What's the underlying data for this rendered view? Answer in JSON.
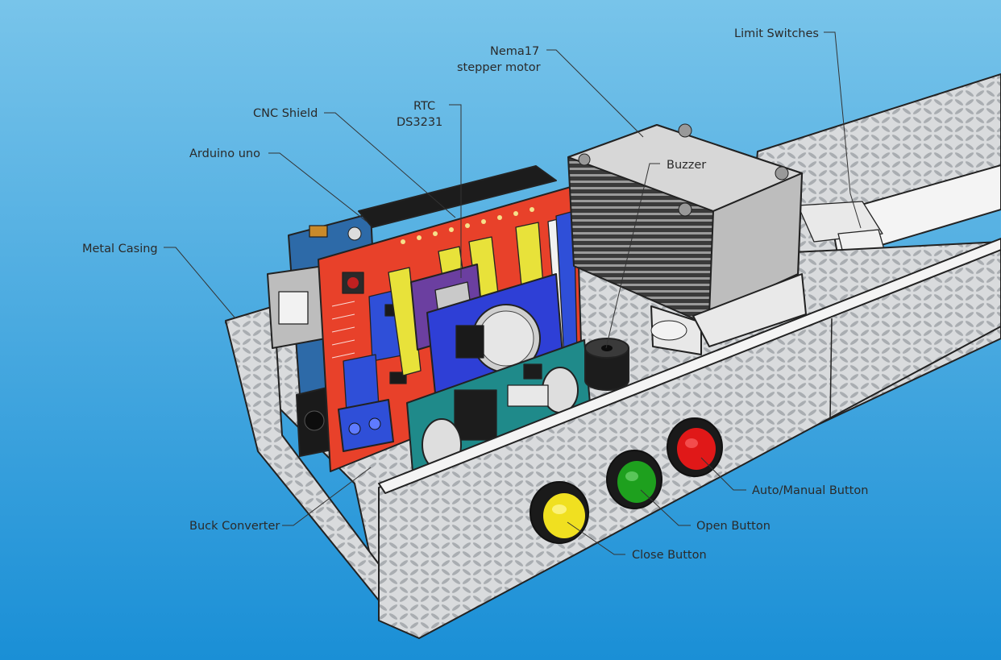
{
  "labels": {
    "limit_switches": "Limit Switches",
    "nema17_line1": "Nema17",
    "nema17_line2": "stepper motor",
    "rtc_line1": "RTC",
    "rtc_line2": "DS3231",
    "cnc_shield": "CNC Shield",
    "arduino_uno": "Arduino uno",
    "buzzer": "Buzzer",
    "metal_casing": "Metal Casing",
    "buck_converter": "Buck Converter",
    "auto_manual_button": "Auto/Manual Button",
    "open_button": "Open Button",
    "close_button": "Close Button"
  },
  "colors": {
    "background_top": "#78c4ea",
    "background_bottom": "#1a8fd6",
    "cnc_shield": "#e8412a",
    "arduino": "#2d6aa8",
    "rtc_board": "#2e3fd6",
    "driver_board": "#6b3fa0",
    "buck_converter": "#1f8a8a",
    "header_yellow": "#e8e23a",
    "header_blue": "#2f4fd8",
    "button_red": "#e01818",
    "button_green": "#1ea01e",
    "button_yellow": "#f0e020",
    "metal": "#d8dadc",
    "motor": "#c9c9c9"
  }
}
